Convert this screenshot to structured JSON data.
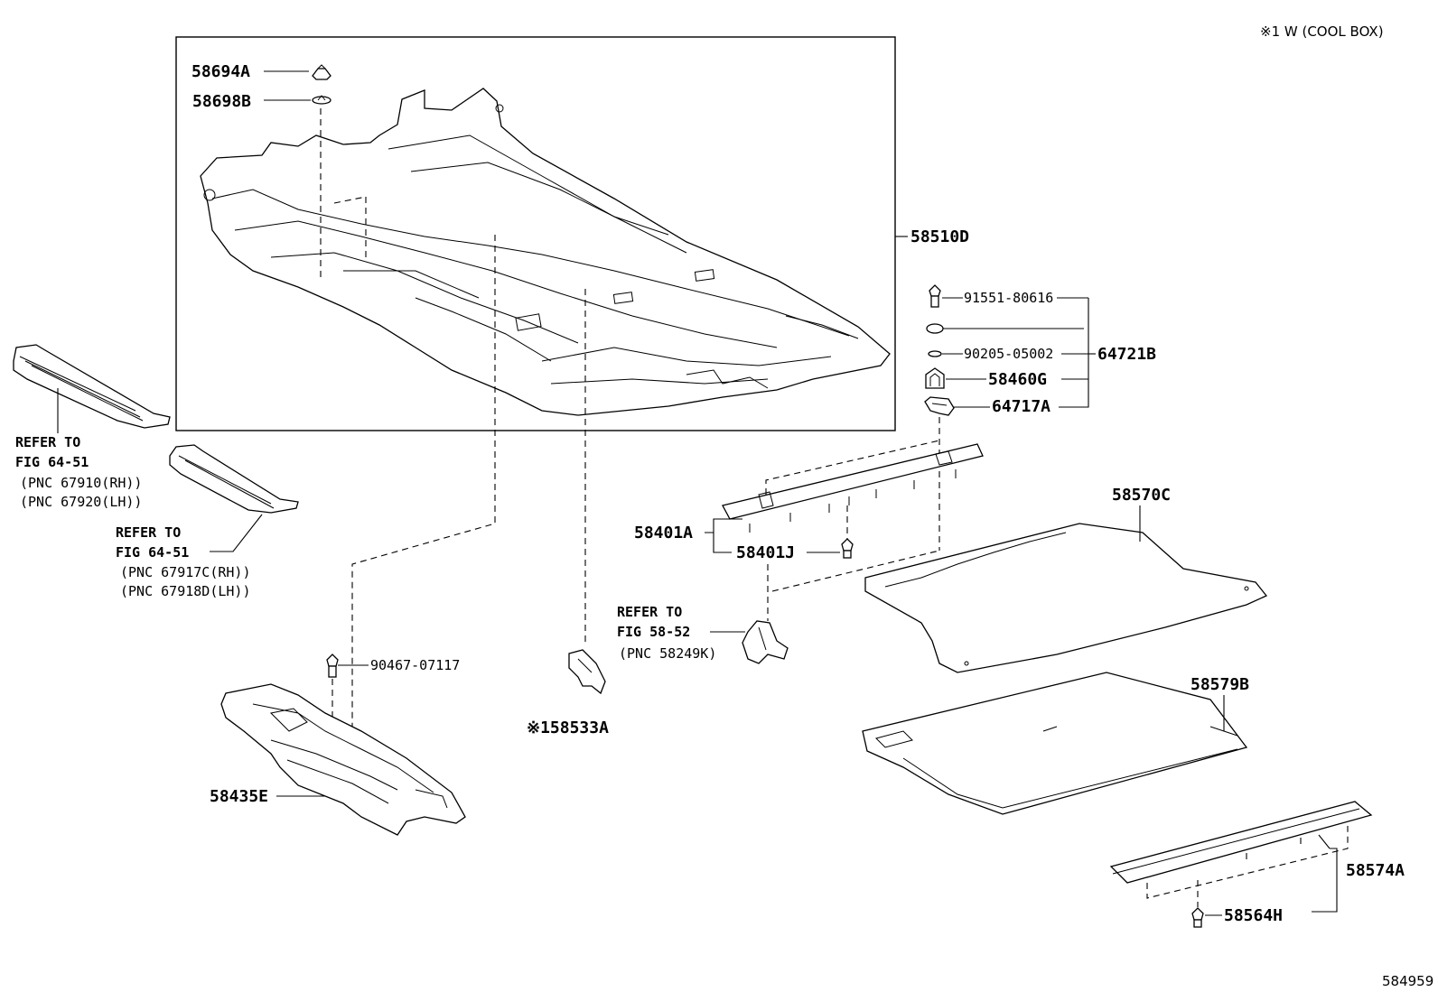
{
  "note": "※1 W (COOL BOX)",
  "figure_id": "584959",
  "labels": {
    "p58694A": "58694A",
    "p58698B": "58698B",
    "p58510D": "58510D",
    "p91551": "91551-80616",
    "p90205": "90205-05002",
    "p64721B": "64721B",
    "p58460G": "58460G",
    "p64717A": "64717A",
    "p58570C": "58570C",
    "p58401A": "58401A",
    "p58401J": "58401J",
    "p90467": "90467-07117",
    "p58533A": "※158533A",
    "p58435E": "58435E",
    "p58579B": "58579B",
    "p58574A": "58574A",
    "p58564H": "58564H"
  },
  "refs": {
    "r1": {
      "line1": "REFER TO",
      "line2": "FIG 64-51",
      "pnc1": "(PNC 67910(RH))",
      "pnc2": "(PNC 67920(LH))"
    },
    "r2": {
      "line1": "REFER TO",
      "line2": "FIG 64-51",
      "pnc1": "(PNC 67917C(RH))",
      "pnc2": "(PNC 67918D(LH))"
    },
    "r3": {
      "line1": "REFER TO",
      "line2": "FIG 58-52",
      "pnc1": "(PNC 58249K)"
    }
  }
}
